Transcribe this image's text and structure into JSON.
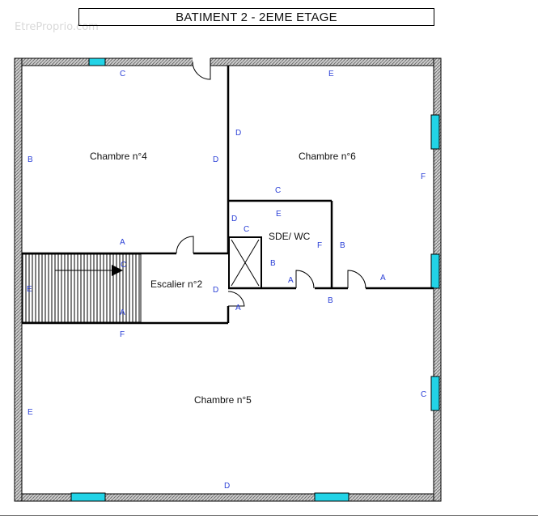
{
  "header": {
    "title": "BATIMENT 2 - 2EME ETAGE",
    "watermark": "EtreProprio.com"
  },
  "rooms": {
    "chambre4": "Chambre n°4",
    "chambre6": "Chambre n°6",
    "sde_wc": "SDE/ WC",
    "escalier": "Escalier n°2",
    "chambre5": "Chambre n°5"
  },
  "wall_letters": {
    "ch4_top": "C",
    "ch4_left": "B",
    "ch4_right": "D",
    "ch4_bottom": "A",
    "ch6_top": "E",
    "ch6_left": "D",
    "ch6_right": "F",
    "ch6_bottom_c": "C",
    "sde_top": "E",
    "sde_left_d": "D",
    "sde_left_c": "C",
    "sde_right": "F",
    "sde_b": "B",
    "sde_bottom": "A",
    "corr_b_right": "B",
    "esc_left": "E",
    "esc_top": "C",
    "esc_bottom": "A",
    "esc_right": "D",
    "esc_door": "A",
    "ch5_top": "F",
    "ch5_left": "E",
    "ch5_right": "C",
    "ch5_bottom": "D",
    "ch5_top_b": "B",
    "ch5_top_a": "A"
  },
  "colors": {
    "wall": "#000000",
    "wall_hatch": "#8c8c8c",
    "window": "#22d3e6",
    "letters": "#2a3fd6"
  }
}
